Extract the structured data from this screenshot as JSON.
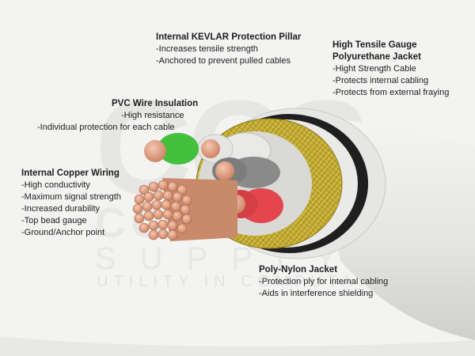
{
  "watermark": {
    "letters": "CCS",
    "word1": "COMPUTER",
    "word2": "SUPPLY",
    "tagline": "UTILITY IN COMPUTATION"
  },
  "colors": {
    "background": "#f3f3f2",
    "outer_jacket": "#e9e9e7",
    "poly_nylon": "#1d1d1d",
    "kevlar": "#c9b12c",
    "copper": "#d8967a",
    "wire_green": "#3fbf3a",
    "wire_white": "#e4e4e2",
    "wire_gray": "#8b8b8b",
    "wire_red": "#e0464c"
  },
  "callouts": {
    "kevlar": {
      "title": "Internal KEVLAR Protection Pillar",
      "lines": [
        "-Increases tensile strength",
        "-Anchored to prevent pulled cables"
      ]
    },
    "pu_jacket": {
      "title_line1": "High Tensile Gauge",
      "title_line2": "Polyurethane Jacket",
      "lines": [
        "-Hight Strength Cable",
        "-Protects internal cabling",
        "-Protects from external fraying"
      ]
    },
    "pvc": {
      "title": "PVC Wire Insulation",
      "lines": [
        "-High resistance",
        "-Individual protection for each cable"
      ]
    },
    "copper": {
      "title": "Internal Copper Wiring",
      "lines": [
        "-High conductivity",
        "-Maximum signal strength",
        "-Increased durability",
        "-Top bead gauge",
        "-Ground/Anchor point"
      ]
    },
    "nylon": {
      "title": "Poly-Nylon Jacket",
      "lines": [
        "-Protection ply for internal cabling",
        "-Aids in interference shielding"
      ]
    }
  }
}
